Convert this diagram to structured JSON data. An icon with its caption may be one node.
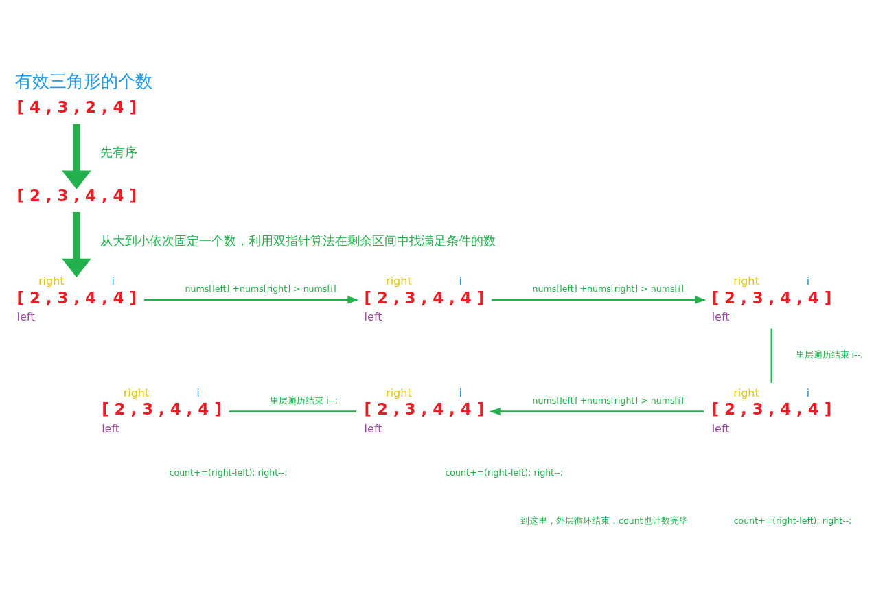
{
  "diagram": {
    "title": "有效三角形的个数",
    "nodes": [
      {
        "text": [
          "[ 4 , 3 , 2 , 4 ]"
        ]
      },
      {
        "text": [
          "[ 2 , 3 , 4 , 4 ]"
        ]
      },
      {
        "text": [
          "[ 2 , 3 , 4 , 4 ]"
        ],
        "beside": [
          "right",
          "i",
          "left"
        ]
      },
      {
        "text": [
          "[ 2 , 3 , 4 , 4 ]"
        ],
        "beside": [
          "right",
          "i",
          "left"
        ]
      },
      {
        "text": [
          "[ 2 , 3 , 4 , 4 ]"
        ],
        "beside": [
          "right",
          "i",
          "left"
        ]
      },
      {
        "text": [
          "[ 2 , 3 , 4 , 4 ]"
        ],
        "beside": [
          "right",
          "i",
          "left"
        ]
      },
      {
        "text": [
          "[ 2 , 3 , 4 , 4 ]"
        ],
        "beside": [
          "right",
          "i",
          "left"
        ]
      },
      {
        "text": [
          "[ 2 , 3 , 4 , 4 ]"
        ],
        "beside": [
          "right",
          "i",
          "left"
        ]
      }
    ],
    "edges": [
      {
        "from": 0,
        "to": 1,
        "arrow": "to",
        "label": "先有序",
        "style": "thick"
      },
      {
        "from": 1,
        "to": 2,
        "arrow": "to",
        "label": "从大到小依次固定一个数，利用双指针算法在剩余区间中找满足条件的数",
        "style": "thick"
      },
      {
        "from": 2,
        "to": 3,
        "arrow": "to",
        "label": "nums[left] +nums[right] > nums[i]"
      },
      {
        "from": 3,
        "to": 4,
        "arrow": "to",
        "label": "nums[left] +nums[right] > nums[i]"
      },
      {
        "from": 4,
        "to": 7,
        "arrow": "none",
        "label": "里层遍历结束 i--;"
      },
      {
        "from": 7,
        "to": 6,
        "arrow": "to",
        "label": "nums[left] +nums[right] > nums[i]"
      },
      {
        "from": 6,
        "to": 5,
        "arrow": "none",
        "label": "里层遍历结束 i--;"
      }
    ],
    "labels": [
      "count+=(right-left); right--;",
      "count+=(right-left); right--;",
      "count+=(right-left); right--;",
      "到这里，外层循环结束，count也计数完毕"
    ]
  }
}
